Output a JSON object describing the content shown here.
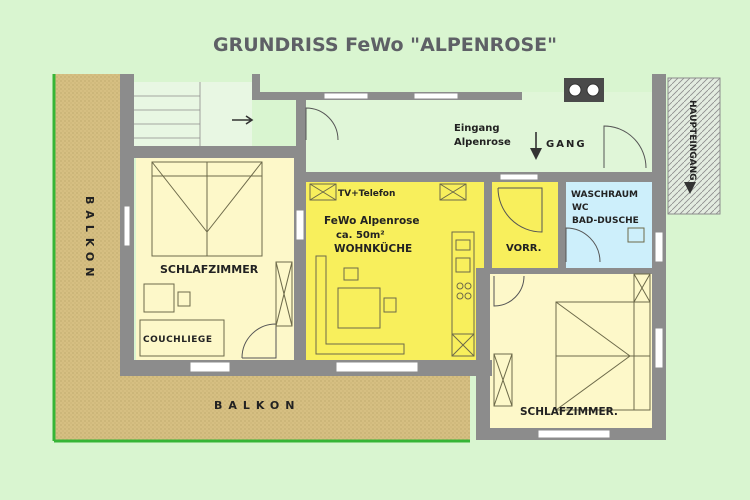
{
  "title": "GRUNDRISS FeWo \"ALPENROSE\"",
  "labels": {
    "balkon_left": "BALKON",
    "balkon_bottom": "BALKON",
    "schlafzimmer_1": "SCHLAFZIMMER",
    "couchliege": "COUCHLIEGE",
    "tv_telefon": "TV+Telefon",
    "fewo_name": "FeWo Alpenrose",
    "fewo_size": "ca. 50m²",
    "wohnkueche": "WOHNKÜCHE",
    "vorr": "VORR.",
    "waschraum": "WASCHRAUM",
    "wc": "WC",
    "bad_dusche": "BAD-DUSCHE",
    "schlafzimmer_2": "SCHLAFZIMMER.",
    "eingang_1": "Eingang",
    "eingang_2": "Alpenrose",
    "gang": "GANG",
    "haupteingang": "HAUPTEINGANG"
  },
  "colors": {
    "background": "#d9f5d0",
    "wall": "#8c8c8c",
    "balcony": "#d6bf82",
    "bedroom": "#fdf8c9",
    "living_kitchen": "#f8ef5c",
    "bathroom": "#cdeffb",
    "title": "#5e6066"
  }
}
